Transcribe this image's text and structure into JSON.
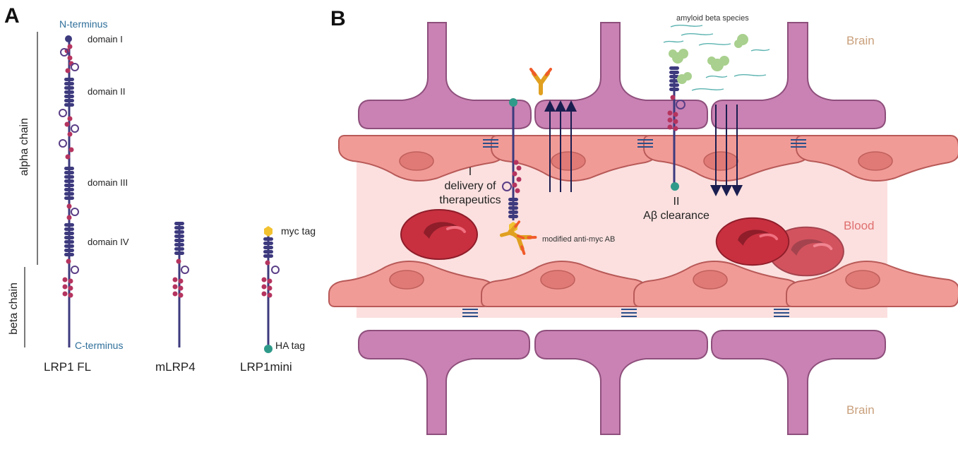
{
  "panel_a": {
    "letter": "A",
    "n_terminus": "N-terminus",
    "c_terminus": "C-terminus",
    "domains": [
      "domain I",
      "domain II",
      "domain III",
      "domain IV"
    ],
    "alpha_chain": "alpha chain",
    "beta_chain": "beta chain",
    "myc_tag": "myc tag",
    "ha_tag": "HA tag",
    "constructs": [
      "LRP1 FL",
      "mLRP4",
      "LRP1mini"
    ]
  },
  "panel_b": {
    "letter": "B",
    "brain_top": "Brain",
    "brain_bottom": "Brain",
    "blood": "Blood",
    "amyloid": "amyloid beta species",
    "delivery_line1": "I",
    "delivery_line2": "delivery of",
    "delivery_line3": "therapeutics",
    "clearance_line1": "II",
    "clearance_line2": "Aβ clearance",
    "antibody": "modified anti-myc AB"
  },
  "colors": {
    "astrocyte": "#c982b3",
    "astrocyte_stroke": "#8e4f7c",
    "endothelial": "#f19b97",
    "endothelial_stroke": "#b85a58",
    "nucleus": "#e07a76",
    "blood_bg": "#fbe0df",
    "rbc": "#c8303f",
    "receptor_blue": "#3d3a7e",
    "receptor_red": "#b5345f",
    "arrow": "#1a1d4f",
    "amyloid_green": "#a9d08e",
    "amyloid_teal": "#5bb3b0",
    "ha_teal": "#2f9a8a",
    "myc_yellow": "#f2c230"
  }
}
